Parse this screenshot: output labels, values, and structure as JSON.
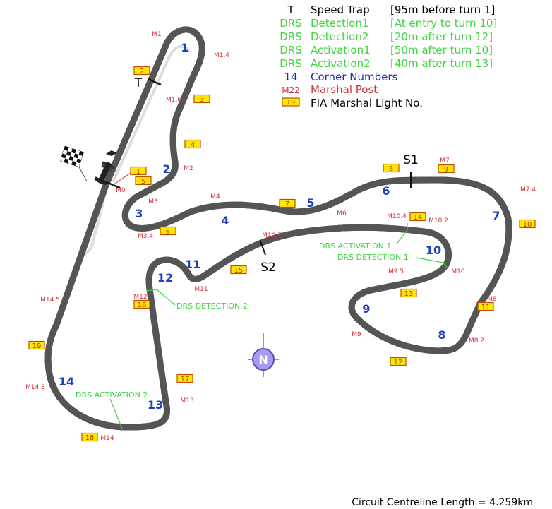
{
  "legend": [
    {
      "key": "T",
      "name": "Speed Trap",
      "detail": "[95m before turn 1]",
      "color": "#000000"
    },
    {
      "key": "DRS",
      "name": "Detection1",
      "detail": "[At entry to turn 10]",
      "color": "#3fd43f"
    },
    {
      "key": "DRS",
      "name": "Detection2",
      "detail": "[20m after turn 12]",
      "color": "#3fd43f"
    },
    {
      "key": "DRS",
      "name": "Activation1",
      "detail": "[50m after turn 10]",
      "color": "#3fd43f"
    },
    {
      "key": "DRS",
      "name": "Activation2",
      "detail": "[40m after turn 13]",
      "color": "#3fd43f"
    },
    {
      "key": "14",
      "name": "Corner Numbers",
      "detail": "",
      "color": "#1f2f9f"
    },
    {
      "key": "M22",
      "name": "Marshal Post",
      "detail": "",
      "color": "#d0303a"
    },
    {
      "key": "19",
      "name": "FIA Marshal Light No.",
      "detail": "",
      "color": "#000000"
    }
  ],
  "corners": [
    "1",
    "2",
    "3",
    "4",
    "5",
    "6",
    "7",
    "8",
    "9",
    "10",
    "11",
    "12",
    "13",
    "14"
  ],
  "marshals": [
    "M0",
    "M1",
    "M1.4",
    "M1.6",
    "M2",
    "M3",
    "M3.4",
    "M4",
    "M6",
    "M7",
    "M7.4",
    "M8",
    "M8.2",
    "M9",
    "M9.5",
    "M10",
    "M10.2",
    "M10.4",
    "M10.7",
    "M11",
    "M12",
    "M13",
    "M14",
    "M14.3",
    "M14.5"
  ],
  "lights": [
    "1",
    "2",
    "3",
    "4",
    "5",
    "6",
    "7",
    "8",
    "9",
    "10",
    "11",
    "12",
    "13",
    "14",
    "15",
    "16",
    "17",
    "18",
    "19"
  ],
  "drs": {
    "activation1": "DRS ACTIVATION 1",
    "detection1": "DRS DETECTION 1",
    "detection2": "DRS DETECTION 2",
    "activation2": "DRS ACTIVATION 2"
  },
  "sectors": {
    "s1": "S1",
    "s2": "S2",
    "speed_trap": "T"
  },
  "compass": "N",
  "footer": "Circuit Centreline Length = 4.259km",
  "colors": {
    "track": "#555555",
    "track_fill": "#cfcfcf",
    "corner": "#1f3fbf",
    "marshal": "#d0303a",
    "drs": "#3fd43f",
    "light": "#ffe600"
  }
}
